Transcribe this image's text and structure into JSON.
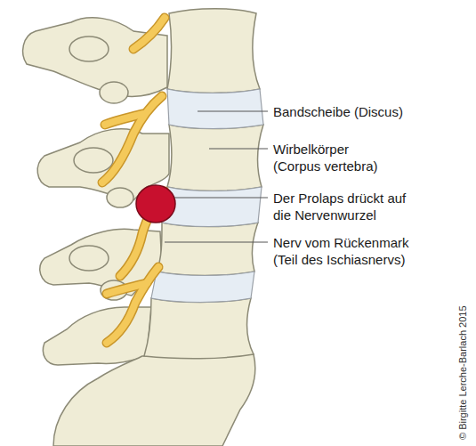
{
  "diagram": {
    "labels": [
      "Bandscheibe (Discus)",
      "Wirbelkörper (Corpus vertebra)",
      "Der Prolaps drückt auf die Nervenwurzel",
      "Nerv vom Rückenmark (Teil des Ischiasnervs)",
      "© Birgitte Lerche-Barlach 2015"
    ]
  }
}
